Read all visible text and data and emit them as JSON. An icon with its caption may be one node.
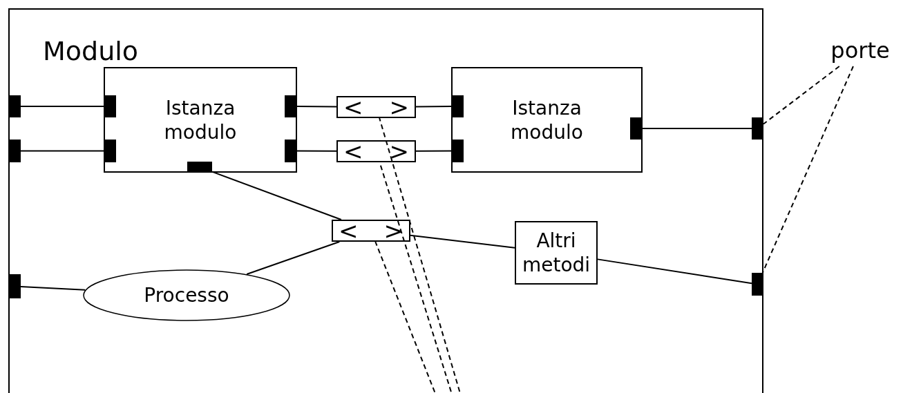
{
  "diagram": {
    "nodes": [
      {
        "text": [
          "Modulo"
        ]
      },
      {
        "text": [
          "Istanza modulo"
        ],
        "in": 0
      },
      {
        "text": [
          "<",
          ">"
        ],
        "in": 0
      },
      {
        "text": [
          "<",
          ">"
        ],
        "in": 0
      },
      {
        "text": [
          "Istanza modulo"
        ],
        "in": 0
      },
      {
        "text": [
          "<",
          ">"
        ],
        "in": 0
      },
      {
        "text": [
          "Altri metodi"
        ],
        "in": 0
      },
      {
        "text": [
          "Processo"
        ],
        "in": 0
      },
      {
        "text": [
          "porte"
        ]
      },
      {
        "text": [],
        "shape": "bar",
        "in": 0
      },
      {
        "text": [],
        "shape": "bar",
        "in": 0
      },
      {
        "text": [],
        "shape": "bar",
        "in": 1
      },
      {
        "text": [],
        "shape": "bar",
        "in": 1
      },
      {
        "text": [],
        "shape": "bar",
        "in": 1
      },
      {
        "text": [],
        "shape": "bar",
        "in": 1
      },
      {
        "text": [],
        "shape": "bar",
        "in": 1
      },
      {
        "text": [],
        "shape": "bar",
        "in": 4
      },
      {
        "text": [],
        "shape": "bar",
        "in": 4
      },
      {
        "text": [],
        "shape": "bar",
        "in": 4
      },
      {
        "text": [],
        "shape": "bar",
        "in": 0
      },
      {
        "text": [],
        "shape": "bar",
        "in": 0
      },
      {
        "text": [],
        "shape": "bar",
        "in": 0
      }
    ],
    "edges": [
      {
        "from": 9,
        "to": 11,
        "arrow": "none"
      },
      {
        "from": 10,
        "to": 12,
        "arrow": "none"
      },
      {
        "from": 13,
        "to": 2,
        "arrow": "none"
      },
      {
        "from": 2,
        "to": 16,
        "arrow": "none"
      },
      {
        "from": 14,
        "to": 3,
        "arrow": "none"
      },
      {
        "from": 3,
        "to": 17,
        "arrow": "none"
      },
      {
        "from": 18,
        "to": 19,
        "arrow": "none"
      },
      {
        "from": 15,
        "to": 5,
        "arrow": "none"
      },
      {
        "from": 7,
        "to": 5,
        "arrow": "none"
      },
      {
        "from": 5,
        "to": 6,
        "arrow": "none"
      },
      {
        "from": 20,
        "to": 7,
        "arrow": "none"
      },
      {
        "from": 6,
        "to": 21,
        "arrow": "none"
      },
      {
        "from": 8,
        "to": 19,
        "arrow": "none",
        "style": "dashed"
      },
      {
        "from": 8,
        "to": 21,
        "arrow": "none",
        "style": "dashed"
      },
      {
        "from": null,
        "to": 2,
        "arrow": "none",
        "style": "dashed"
      },
      {
        "from": null,
        "to": 3,
        "arrow": "none",
        "style": "dashed"
      },
      {
        "from": null,
        "to": 5,
        "arrow": "none",
        "style": "dashed"
      }
    ]
  }
}
